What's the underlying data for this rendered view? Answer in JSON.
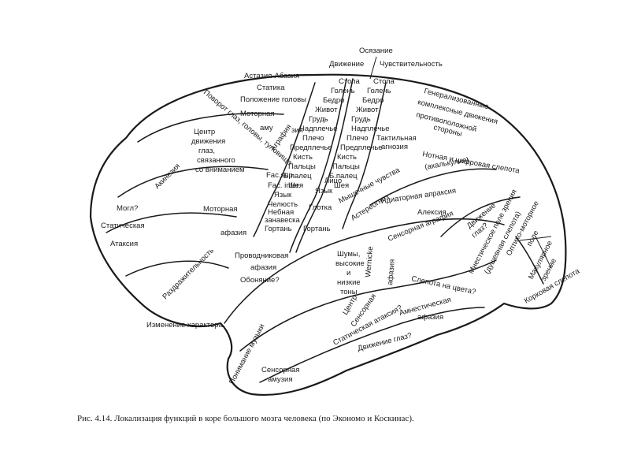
{
  "caption": "Рис. 4.14. Локализация функций в коре большого мозга человека (по Экономо и Коскинас).",
  "labels": [
    {
      "text": "Осязание"
    },
    {
      "text": "Движение"
    },
    {
      "text": "Чувствительность"
    },
    {
      "text": "Астазия-Абазия"
    },
    {
      "text": "Статика"
    },
    {
      "text": "Положение головы"
    },
    {
      "text": "Стопа"
    },
    {
      "text": "Голень"
    },
    {
      "text": "Бедро"
    },
    {
      "text": "Живот"
    },
    {
      "text": "Грудь"
    },
    {
      "text": "Надплечье"
    },
    {
      "text": "Плечо"
    },
    {
      "text": "Предплечье"
    },
    {
      "text": "Кисть"
    },
    {
      "text": "Пальцы"
    },
    {
      "text": "Б.палец"
    },
    {
      "text": "Шея"
    },
    {
      "text": "Стопа"
    },
    {
      "text": "Голень"
    },
    {
      "text": "Бедро"
    },
    {
      "text": "Живот"
    },
    {
      "text": "Грудь"
    },
    {
      "text": "Надплечье"
    },
    {
      "text": "Плечо"
    },
    {
      "text": "Предплечье"
    },
    {
      "text": "Кисть"
    },
    {
      "text": "Пальцы"
    },
    {
      "text": "Б.палец"
    },
    {
      "text": "Шея"
    },
    {
      "text": "Генерализованные"
    },
    {
      "text": "комплексные движения"
    },
    {
      "text": "противоположной"
    },
    {
      "text": "стороны"
    },
    {
      "text": "Тактильная"
    },
    {
      "text": "агнозия"
    },
    {
      "text": "Поворот глаз, головы, туловища"
    },
    {
      "text": "Моторная"
    },
    {
      "text": "аму"
    },
    {
      "text": "Аграфия"
    },
    {
      "text": "зия"
    },
    {
      "text": "Центр"
    },
    {
      "text": "движения"
    },
    {
      "text": "глаз,"
    },
    {
      "text": "связанного"
    },
    {
      "text": "со вниманием"
    },
    {
      "text": "Акинезия"
    },
    {
      "text": "Могл?"
    },
    {
      "text": "Статическая"
    },
    {
      "text": "Атаксия"
    },
    {
      "text": "Моторная"
    },
    {
      "text": "афазия"
    },
    {
      "text": "Fac.sup."
    },
    {
      "text": "Fac. infer."
    },
    {
      "text": "Язык"
    },
    {
      "text": "Челюсть"
    },
    {
      "text": "Небная"
    },
    {
      "text": "занавеска"
    },
    {
      "text": "Гортань"
    },
    {
      "text": "Лицо"
    },
    {
      "text": "Язык"
    },
    {
      "text": "Глотка"
    },
    {
      "text": "Гортань"
    },
    {
      "text": "Мышечные чувства"
    },
    {
      "text": "Астереогноз"
    },
    {
      "text": "Нотная и цифровая слепота"
    },
    {
      "text": "(акалькулия)"
    },
    {
      "text": "Идиаторная апраксия"
    },
    {
      "text": "Алексия"
    },
    {
      "text": "Сенсорная аграфия"
    },
    {
      "text": "Движение"
    },
    {
      "text": "глаз?"
    },
    {
      "text": "Мнестическое поле зрения"
    },
    {
      "text": "(душевная слепота)"
    },
    {
      "text": "Оптико-моторное"
    },
    {
      "text": "поле"
    },
    {
      "text": "Макулярное"
    },
    {
      "text": "зрение"
    },
    {
      "text": "Корковая слепота"
    },
    {
      "text": "Раздражительность"
    },
    {
      "text": "Проводниковая"
    },
    {
      "text": "афазия"
    },
    {
      "text": "Обоняние?"
    },
    {
      "text": "Шумы,"
    },
    {
      "text": "высокие"
    },
    {
      "text": "и"
    },
    {
      "text": "низкие"
    },
    {
      "text": "тоны"
    },
    {
      "text": "Центр"
    },
    {
      "text": "Wernicke"
    },
    {
      "text": "Сенсорная"
    },
    {
      "text": "афазия"
    },
    {
      "text": "Слепота на цвета?"
    },
    {
      "text": "Амнестическая"
    },
    {
      "text": "афазия"
    },
    {
      "text": "Статическая атаксия?"
    },
    {
      "text": "Движение глаз?"
    },
    {
      "text": "Изменение характера"
    },
    {
      "text": "Понимание музыки"
    },
    {
      "text": "Сенсорная"
    },
    {
      "text": "амузия"
    }
  ]
}
